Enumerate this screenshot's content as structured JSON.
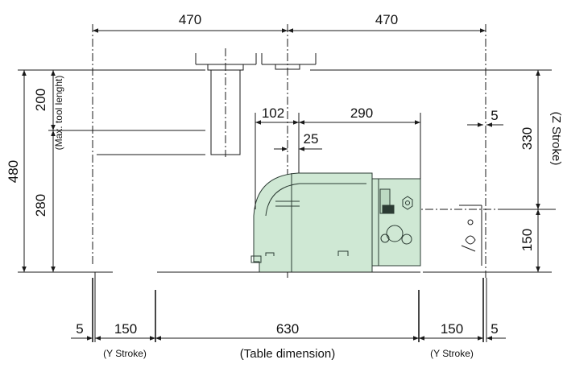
{
  "colors": {
    "machine_fill": "#cfe8d4",
    "line": "#1a1a1a"
  },
  "dims": {
    "top_left": "470",
    "top_right": "470",
    "left_total": "480",
    "tool_length": "200",
    "tool_length_note": "(Max. tool lenght)",
    "lower_left": "280",
    "head_offset": "102",
    "head_width": "290",
    "head_step": "25",
    "right_gap": "5",
    "z_stroke": "330",
    "z_stroke_label": "(Z Stroke)",
    "right_lower": "150",
    "bottom_gap_left": "5",
    "bottom_y_left": "150",
    "bottom_table": "630",
    "bottom_y_right": "150",
    "bottom_gap_right": "5",
    "y_stroke_left_label": "(Y Stroke)",
    "table_label": "(Table dimension)",
    "y_stroke_right_label": "(Y Stroke)"
  }
}
